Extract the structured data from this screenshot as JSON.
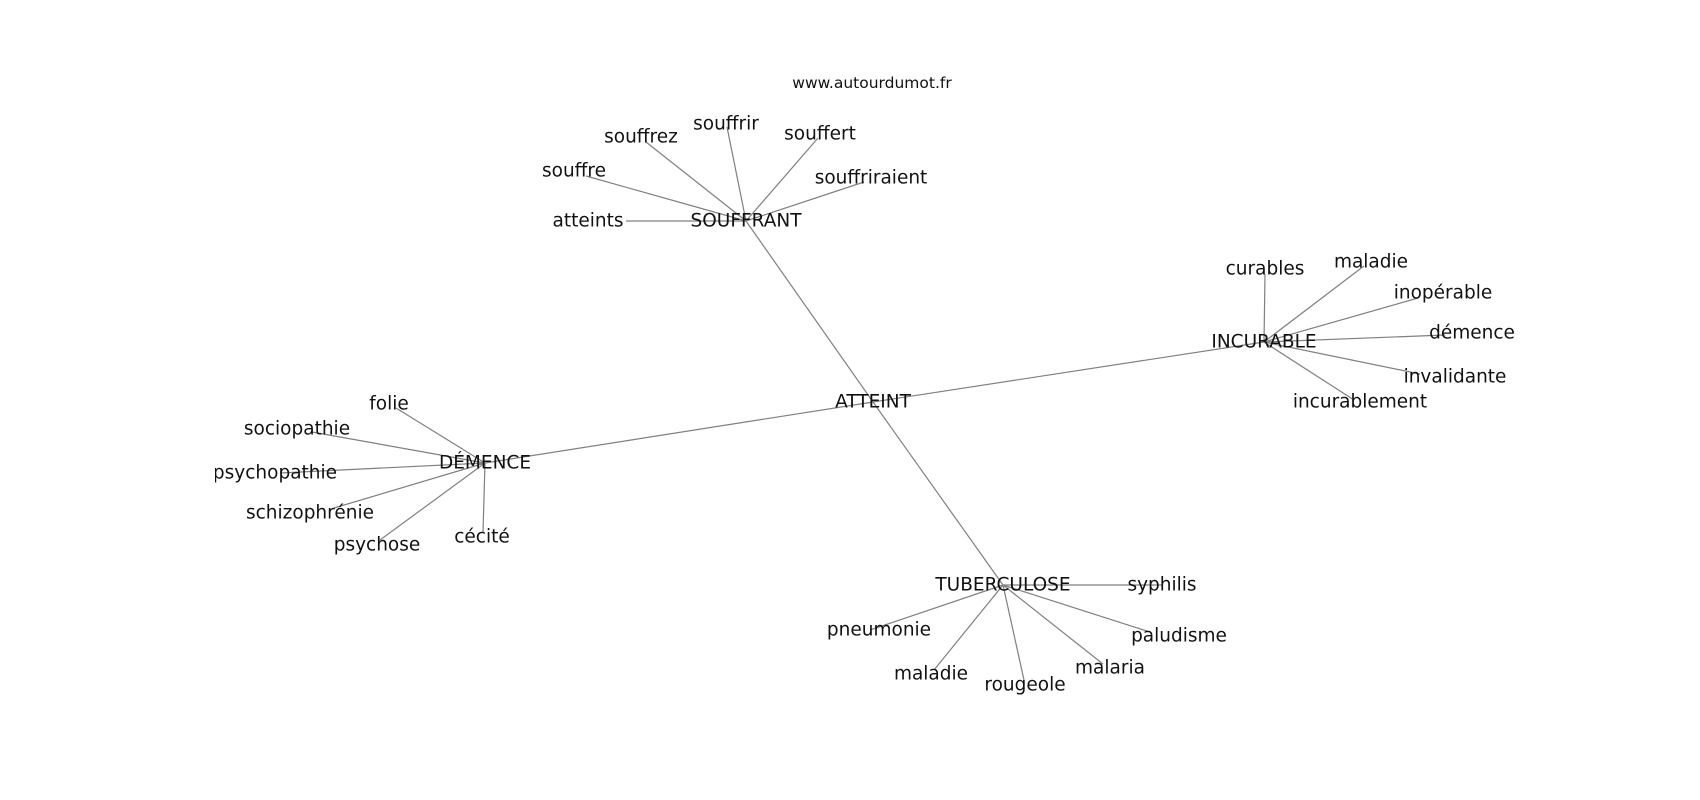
{
  "watermark": "www.autourdumot.fr",
  "center": "ATTEINT",
  "colors": {
    "edge": "#808080",
    "text": "#111111",
    "background": "#ffffff"
  },
  "hubs": [
    {
      "id": "souffrant",
      "label": "SOUFFRANT",
      "leaves": [
        "souffrir",
        "souffert",
        "souffrez",
        "souffre",
        "souffriraient",
        "atteints"
      ]
    },
    {
      "id": "incurable",
      "label": "INCURABLE",
      "leaves": [
        "curables",
        "maladie",
        "inopérable",
        "démence",
        "invalidante",
        "incurablement"
      ]
    },
    {
      "id": "demence",
      "label": "DÉMENCE",
      "leaves": [
        "folie",
        "sociopathie",
        "psychopathie",
        "schizophrénie",
        "psychose",
        "cécité"
      ]
    },
    {
      "id": "tuberculose",
      "label": "TUBERCULOSE",
      "leaves": [
        "syphilis",
        "pneumonie",
        "paludisme",
        "malaria",
        "maladie",
        "rougeole"
      ]
    }
  ]
}
